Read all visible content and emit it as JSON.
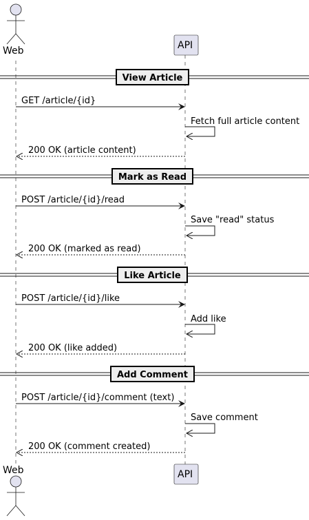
{
  "participants": {
    "web": {
      "label": "Web",
      "kind": "actor"
    },
    "api": {
      "label": "API",
      "kind": "participant"
    }
  },
  "colors": {
    "participant_fill": "#e2e2f0",
    "participant_stroke": "#181818",
    "lifeline": "#181818",
    "divider_fill": "#eeeeee",
    "arrow": "#181818"
  },
  "sections": [
    {
      "title": "View Article",
      "messages": [
        {
          "from": "web",
          "to": "api",
          "text": "GET /article/{id}",
          "style": "solid"
        },
        {
          "from": "api",
          "to": "api",
          "text": "Fetch full article content",
          "style": "self"
        },
        {
          "from": "api",
          "to": "web",
          "text": "200 OK (article content)",
          "style": "dashed"
        }
      ]
    },
    {
      "title": "Mark as Read",
      "messages": [
        {
          "from": "web",
          "to": "api",
          "text": "POST /article/{id}/read",
          "style": "solid"
        },
        {
          "from": "api",
          "to": "api",
          "text": "Save \"read\" status",
          "style": "self"
        },
        {
          "from": "api",
          "to": "web",
          "text": "200 OK (marked as read)",
          "style": "dashed"
        }
      ]
    },
    {
      "title": "Like Article",
      "messages": [
        {
          "from": "web",
          "to": "api",
          "text": "POST /article/{id}/like",
          "style": "solid"
        },
        {
          "from": "api",
          "to": "api",
          "text": "Add like",
          "style": "self"
        },
        {
          "from": "api",
          "to": "web",
          "text": "200 OK (like added)",
          "style": "dashed"
        }
      ]
    },
    {
      "title": "Add Comment",
      "messages": [
        {
          "from": "web",
          "to": "api",
          "text": "POST /article/{id}/comment (text)",
          "style": "solid"
        },
        {
          "from": "api",
          "to": "api",
          "text": "Save comment",
          "style": "self"
        },
        {
          "from": "api",
          "to": "web",
          "text": "200 OK (comment created)",
          "style": "dashed"
        }
      ]
    }
  ]
}
